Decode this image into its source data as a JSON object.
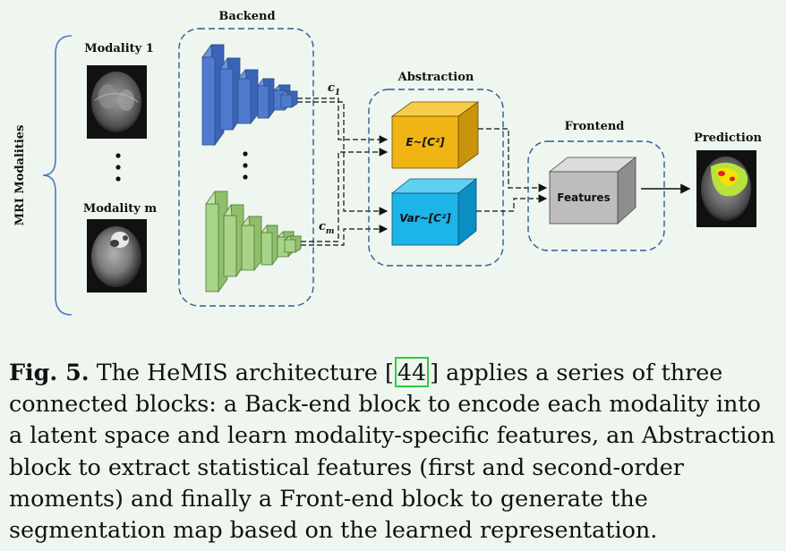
{
  "figure": {
    "side_label": "MRI Modalities",
    "modality_first": "Modality 1",
    "modality_last": "Modality m",
    "backend_title": "Backend",
    "abstraction_title": "Abstraction",
    "frontend_title": "Frontend",
    "prediction_title": "Prediction",
    "c1_base": "c",
    "c1_sub": "1",
    "cm_base": "c",
    "cm_sub": "m",
    "mean_box_label": "E~[C²]",
    "var_box_label": "Var~[C²]",
    "features_label": "Features"
  },
  "caption": {
    "label": "Fig. 5.",
    "text_before": " The HeMIS architecture ",
    "citation": "44",
    "text_after": " applies a series of three connected blocks: a Back-end block to encode each modality into a latent space and learn modality-specific features, an Abstraction block to extract statistical features (first and second-order moments) and finally a Front-end block to generate the segmentation map based on the learned representation."
  }
}
